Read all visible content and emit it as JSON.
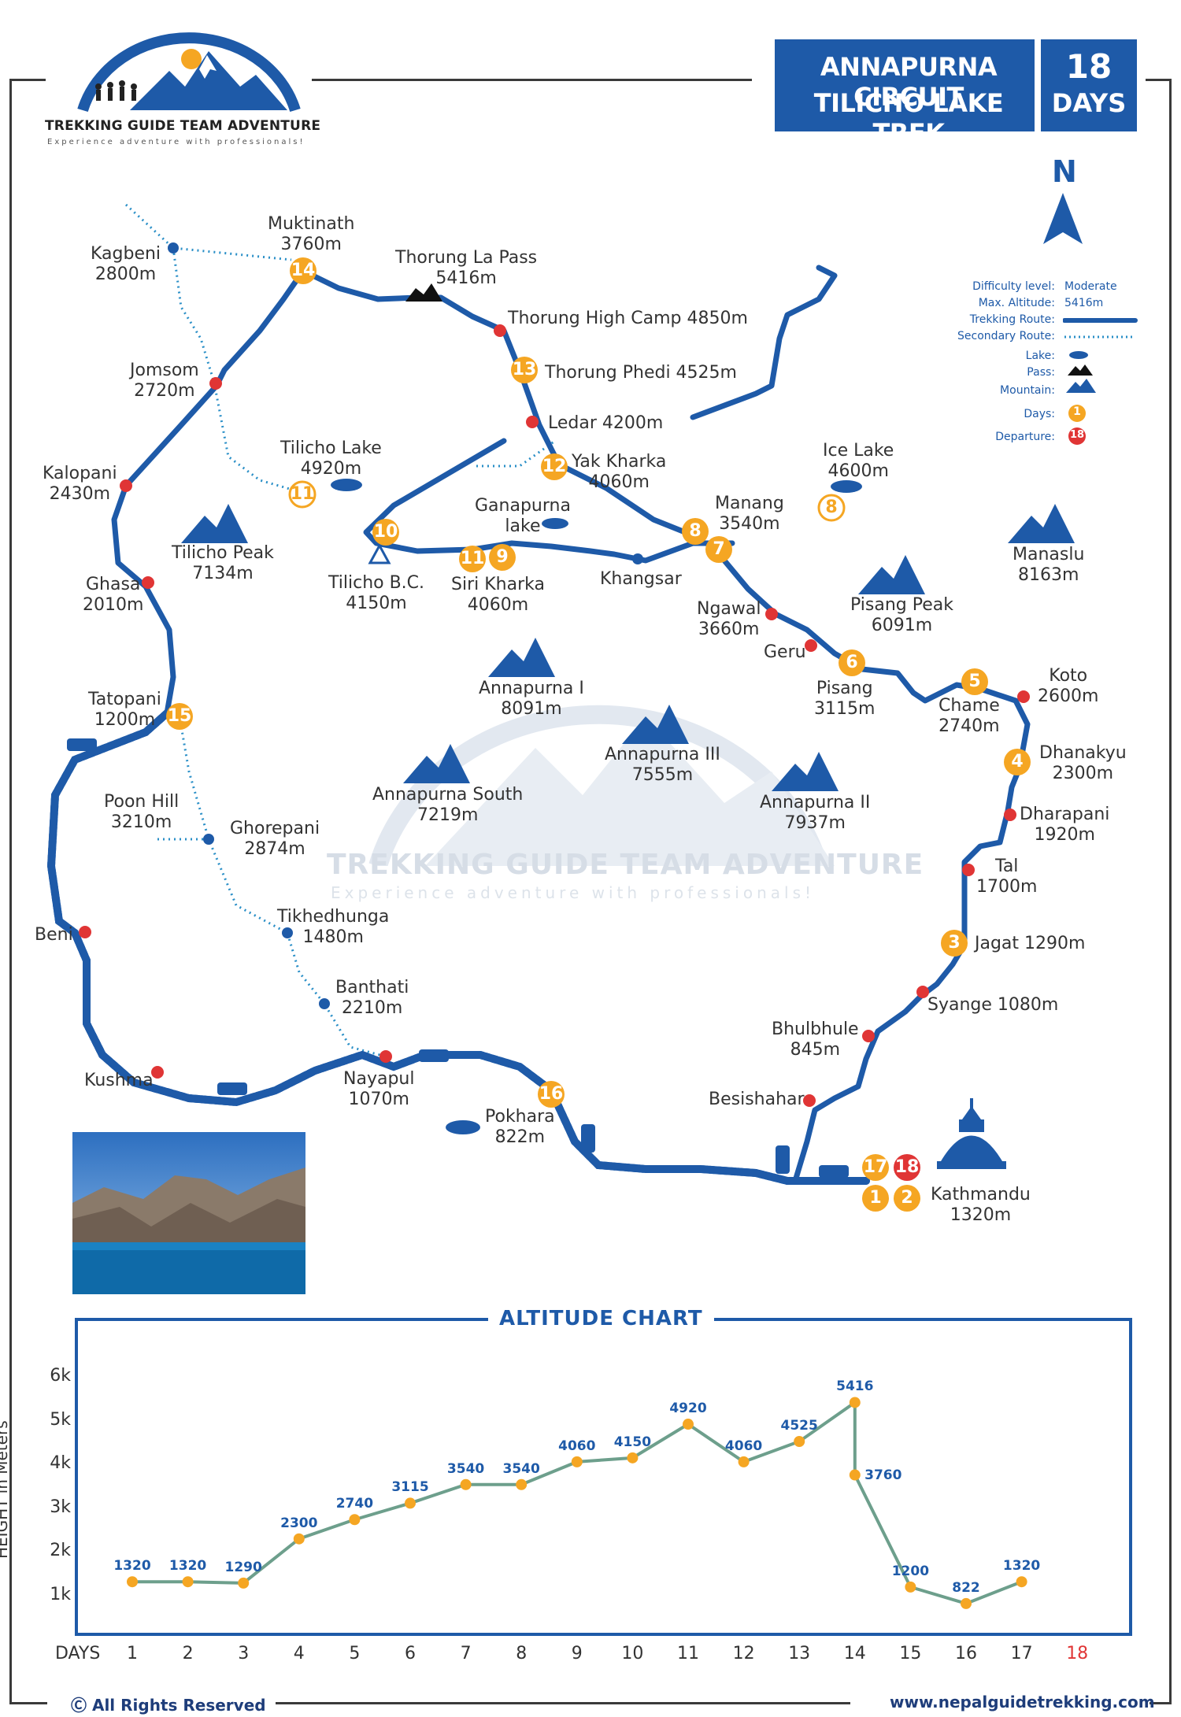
{
  "logo": {
    "name": "TREKKING GUIDE TEAM ADVENTURE",
    "tagline": "Experience adventure with professionals!"
  },
  "title": {
    "line1": "ANNAPURNA CIRCUIT",
    "line2": "TILICHO LAKE TREK",
    "days_number": "18",
    "days_label": "DAYS"
  },
  "compass": "N",
  "legend": {
    "difficulty_label": "Difficulty level:",
    "difficulty_value": "Moderate",
    "max_alt_label": "Max. Altitude:",
    "max_alt_value": "5416m",
    "trek_route_label": "Trekking Route:",
    "secondary_route_label": "Secondary Route:",
    "lake_label": "Lake:",
    "pass_label": "Pass:",
    "mountain_label": "Mountain:",
    "days_label": "Days:",
    "days_icon": "1",
    "departure_label": "Departure:",
    "departure_icon": "18"
  },
  "places": {
    "muktinath": [
      "Muktinath",
      "3760m"
    ],
    "kagbeni": [
      "Kagbeni",
      "2800m"
    ],
    "thorung_la": [
      "Thorung La Pass",
      "5416m"
    ],
    "high_camp": "Thorung High Camp 4850m",
    "phedi": "Thorung Phedi 4525m",
    "ledar": "Ledar 4200m",
    "yak_kharka": [
      "Yak Kharka",
      "4060m"
    ],
    "jomsom": [
      "Jomsom",
      "2720m"
    ],
    "tilicho_lake": [
      "Tilicho Lake",
      "4920m"
    ],
    "kalopani": [
      "Kalopani",
      "2430m"
    ],
    "ice_lake": [
      "Ice Lake",
      "4600m"
    ],
    "ganapurna": [
      "Ganapurna",
      "lake"
    ],
    "manang": [
      "Manang",
      "3540m"
    ],
    "ghasa": [
      "Ghasa",
      "2010m"
    ],
    "tilicho_bc": [
      "Tilicho B.C.",
      "4150m"
    ],
    "siri_kharka": [
      "Siri Kharka",
      "4060m"
    ],
    "khangsar": "Khangsar",
    "ngawal": [
      "Ngawal",
      "3660m"
    ],
    "geru": "Geru",
    "pisang": [
      "Pisang",
      "3115m"
    ],
    "chame": [
      "Chame",
      "2740m"
    ],
    "koto": [
      "Koto",
      "2600m"
    ],
    "tatopani": [
      "Tatopani",
      "1200m"
    ],
    "dhanakyu": [
      "Dhanakyu",
      "2300m"
    ],
    "poon_hill": [
      "Poon Hill",
      "3210m"
    ],
    "ghorepani": [
      "Ghorepani",
      "2874m"
    ],
    "dharapani": [
      "Dharapani",
      "1920m"
    ],
    "tal": [
      "Tal",
      "1700m"
    ],
    "tikhedhunga": [
      "Tikhedhunga",
      "1480m"
    ],
    "beni": "Beni",
    "jagat": "Jagat 1290m",
    "banthati": [
      "Banthati",
      "2210m"
    ],
    "syange": "Syange 1080m",
    "bhulbhule": [
      "Bhulbhule",
      "845m"
    ],
    "kushma": "Kushma",
    "nayapul": [
      "Nayapul",
      "1070m"
    ],
    "besishahar": "Besishahar",
    "pokhara": [
      "Pokhara",
      "822m"
    ],
    "kathmandu": [
      "Kathmandu",
      "1320m"
    ]
  },
  "mountains": {
    "tilicho_peak": [
      "Tilicho Peak",
      "7134m"
    ],
    "manaslu": [
      "Manaslu",
      "8163m"
    ],
    "pisang_peak": [
      "Pisang Peak",
      "6091m"
    ],
    "annapurna_1": [
      "Annapurna I",
      "8091m"
    ],
    "annapurna_3": [
      "Annapurna III",
      "7555m"
    ],
    "annapurna_south": [
      "Annapurna South",
      "7219m"
    ],
    "annapurna_2": [
      "Annapurna II",
      "7937m"
    ]
  },
  "day_markers": {
    "m14": "14",
    "m13": "13",
    "m12": "12",
    "m11a": "11",
    "m10": "10",
    "m11b": "11",
    "m9": "9",
    "m8": "8",
    "m7": "7",
    "m8ice": "8",
    "m6": "6",
    "m5": "5",
    "m4": "4",
    "m3": "3",
    "m15": "15",
    "m16": "16",
    "m17": "17",
    "m18": "18",
    "m1": "1",
    "m2": "2"
  },
  "watermark": {
    "name": "TREKKING GUIDE TEAM ADVENTURE",
    "tagline": "Experience adventure with professionals!"
  },
  "chart_data": {
    "type": "line",
    "title": "ALTITUDE CHART",
    "xlabel": "DAYS",
    "ylabel": "HEIGHT in Meters",
    "x": [
      1,
      2,
      3,
      4,
      5,
      6,
      7,
      8,
      9,
      10,
      11,
      12,
      13,
      14,
      14,
      15,
      16,
      17
    ],
    "y": [
      1320,
      1320,
      1290,
      2300,
      2740,
      3115,
      3540,
      3540,
      4060,
      4150,
      4920,
      4060,
      4525,
      5416,
      3760,
      1200,
      822,
      1320
    ],
    "x_ticks": [
      "1",
      "2",
      "3",
      "4",
      "5",
      "6",
      "7",
      "8",
      "9",
      "10",
      "11",
      "12",
      "13",
      "14",
      "15",
      "16",
      "17",
      "18"
    ],
    "y_ticks": [
      "1k",
      "2k",
      "3k",
      "4k",
      "5k",
      "6k"
    ],
    "ylim": [
      1000,
      6000
    ],
    "line_color": "#6d9f8c",
    "point_color": "#f5a623",
    "label_color": "#1e5aa8",
    "grid": false
  },
  "footer": {
    "rights": "All Rights Reserved",
    "website": "www.nepalguidetrekking.com"
  }
}
